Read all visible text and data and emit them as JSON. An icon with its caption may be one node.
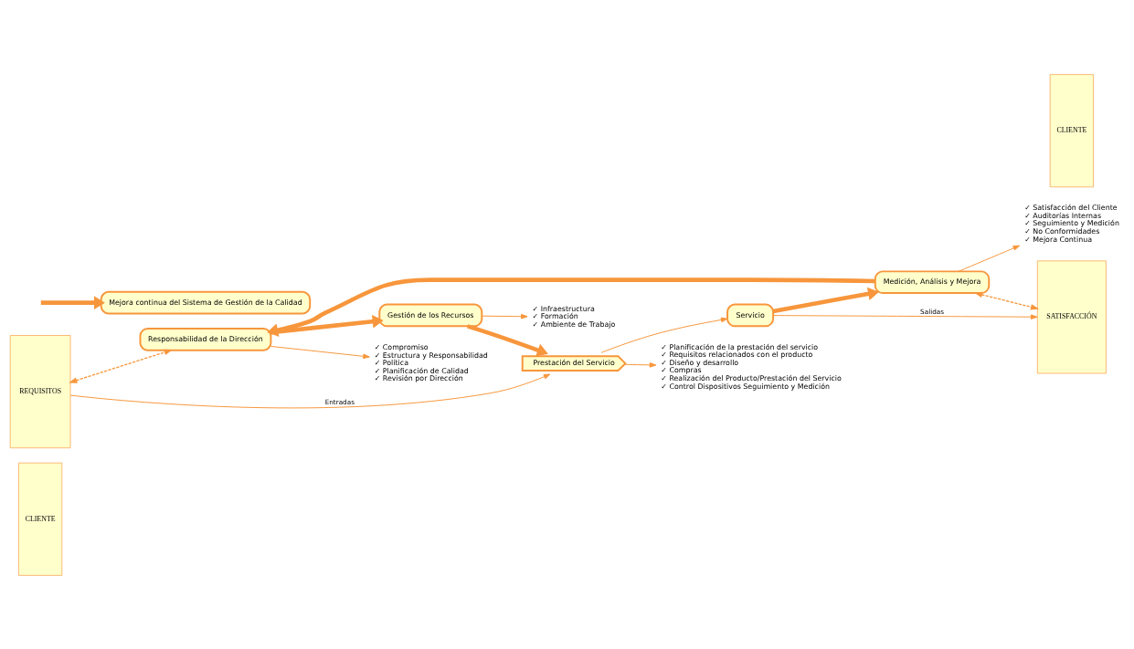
{
  "diagram": {
    "nodes": [
      {
        "text": [
          "CLIENTE"
        ]
      },
      {
        "text": [
          "REQUISITOS"
        ]
      },
      {
        "text": [
          "Mejora continua del Sistema de Gestión de la Calidad"
        ]
      },
      {
        "text": [
          "Responsabilidad de la Dirección"
        ]
      },
      {
        "text": [
          "Gestión de los Recursos"
        ]
      },
      {
        "text": [
          "Medición, Análisis y Mejora"
        ]
      },
      {
        "text": [
          "Prestación del Servicio"
        ]
      },
      {
        "text": [
          "Servicio"
        ]
      },
      {
        "text": [
          "SATISFACCIÓN"
        ]
      },
      {
        "text": [
          "CLIENTE"
        ]
      },
      {
        "text": [
          "✓ Infraestructura",
          "✓ Formación",
          "✓ Ambiente de Trabajo"
        ]
      },
      {
        "text": [
          "✓ Compromiso",
          "✓ Estructura y Responsabilidad",
          "✓ Política",
          "✓ Planificación de Calidad",
          "✓ Revisión por Dirección"
        ]
      },
      {
        "text": [
          "✓ Satisfacción del Cliente",
          "✓ Auditorías Internas",
          "✓ Seguimiento y Medición",
          "✓ No Conformidades",
          "✓ Mejora Continua"
        ]
      },
      {
        "text": [
          "✓ Planificación de la prestación del servicio",
          "✓ Requisitos relacionados con el producto",
          "✓ Diseño y desarrollo",
          "✓ Compras",
          "✓ Realización del Producto/Prestación del Servicio",
          "✓ Control Dispositivos Seguimiento y Medición"
        ]
      }
    ],
    "edges": [
      {
        "from": 1,
        "to": 6,
        "arrow": "to",
        "label": "Entradas"
      },
      {
        "from": 6,
        "to": 7,
        "arrow": "to"
      },
      {
        "from": 7,
        "to": 8,
        "arrow": "to",
        "label": "Salidas"
      },
      {
        "from": 1,
        "to": 3,
        "arrow": "both",
        "style": "dashed"
      },
      {
        "from": 5,
        "to": 8,
        "arrow": "both",
        "style": "dashed"
      },
      {
        "from": 4,
        "to": 10,
        "arrow": "to"
      },
      {
        "from": 3,
        "to": 11,
        "arrow": "to"
      },
      {
        "from": 5,
        "to": 12,
        "arrow": "to"
      },
      {
        "from": 6,
        "to": 13,
        "arrow": "to"
      },
      {
        "from": 3,
        "to": 4,
        "arrow": "to",
        "style": "thick"
      },
      {
        "from": 4,
        "to": 6,
        "arrow": "to",
        "style": "thick"
      },
      {
        "from": 7,
        "to": 5,
        "arrow": "to",
        "style": "thick"
      },
      {
        "from": 5,
        "to": 3,
        "arrow": "to",
        "style": "thick"
      },
      {
        "from": null,
        "to": 2,
        "arrow": "to",
        "style": "thick"
      }
    ]
  }
}
